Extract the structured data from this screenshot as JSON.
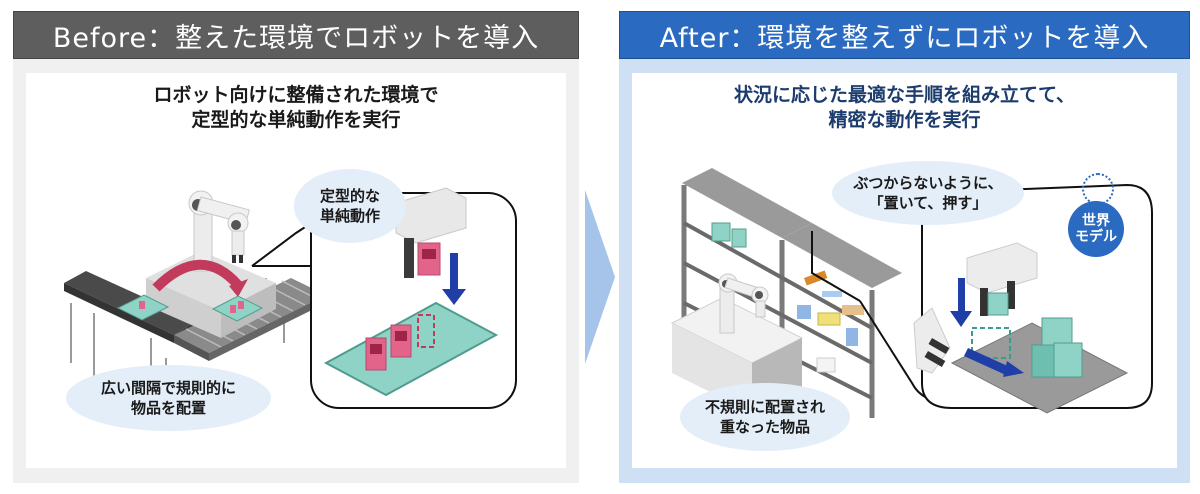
{
  "before": {
    "header": "Before：整えた環境でロボットを導入",
    "subtitle_line1": "ロボット向けに整備された環境で",
    "subtitle_line2": "定型的な単純動作を実行",
    "bubble_action_line1": "定型的な",
    "bubble_action_line2": "単純動作",
    "bubble_items_line1": "広い間隔で規則的に",
    "bubble_items_line2": "物品を配置"
  },
  "after": {
    "header": "After：環境を整えずにロボットを導入",
    "subtitle_line1": "状況に応じた最適な手順を組み立てて、",
    "subtitle_line2": "精密な動作を実行",
    "bubble_action_line1": "ぶつからないように、",
    "bubble_action_line2": "「置いて、押す」",
    "bubble_items_line1": "不規則に配置され",
    "bubble_items_line2": "重なった物品",
    "world_model_line1": "世界",
    "world_model_line2": "モデル"
  },
  "colors": {
    "before_header": "#5e5e5e",
    "after_header": "#2a6ac1",
    "before_bg": "#f0f0f0",
    "after_bg": "#cfe0f4",
    "transition_arrow": "#a6c4ea",
    "item_pink": "#e2648a",
    "tray_teal": "#8fd3c6",
    "motion_arrow_blue": "#1f3ea8"
  }
}
